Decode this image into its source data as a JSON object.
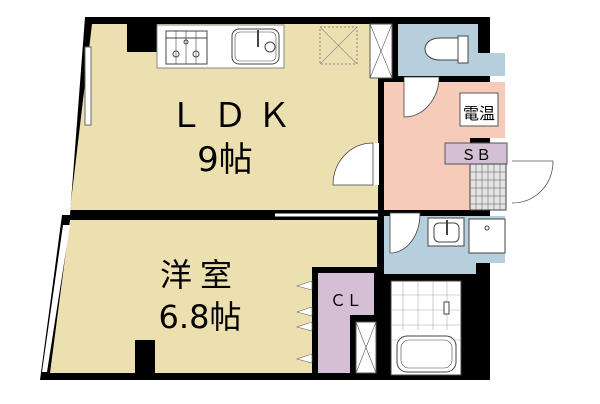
{
  "floor_plan": {
    "colors": {
      "wall": "#000000",
      "living": "#ede0b0",
      "hall": "#f6cbb9",
      "wet": "#b6cfdd",
      "storage": "#d4bfd4",
      "fixture": "#ffffff",
      "tile": "#e4e4e4"
    },
    "rooms": {
      "ldk": {
        "name": "ＬＤＫ",
        "size": "9帖"
      },
      "western": {
        "name": "洋室",
        "size": "6.8帖"
      },
      "closet": {
        "name": "ＣＬ"
      },
      "water_heater": {
        "name": "電温"
      },
      "shoe_box": {
        "name": "ＳＢ"
      }
    },
    "fixtures": [
      "stove-top",
      "kitchen-sink",
      "refrigerator-space",
      "toilet",
      "washbasin",
      "washing-machine-pan",
      "shower",
      "bathtub"
    ]
  }
}
